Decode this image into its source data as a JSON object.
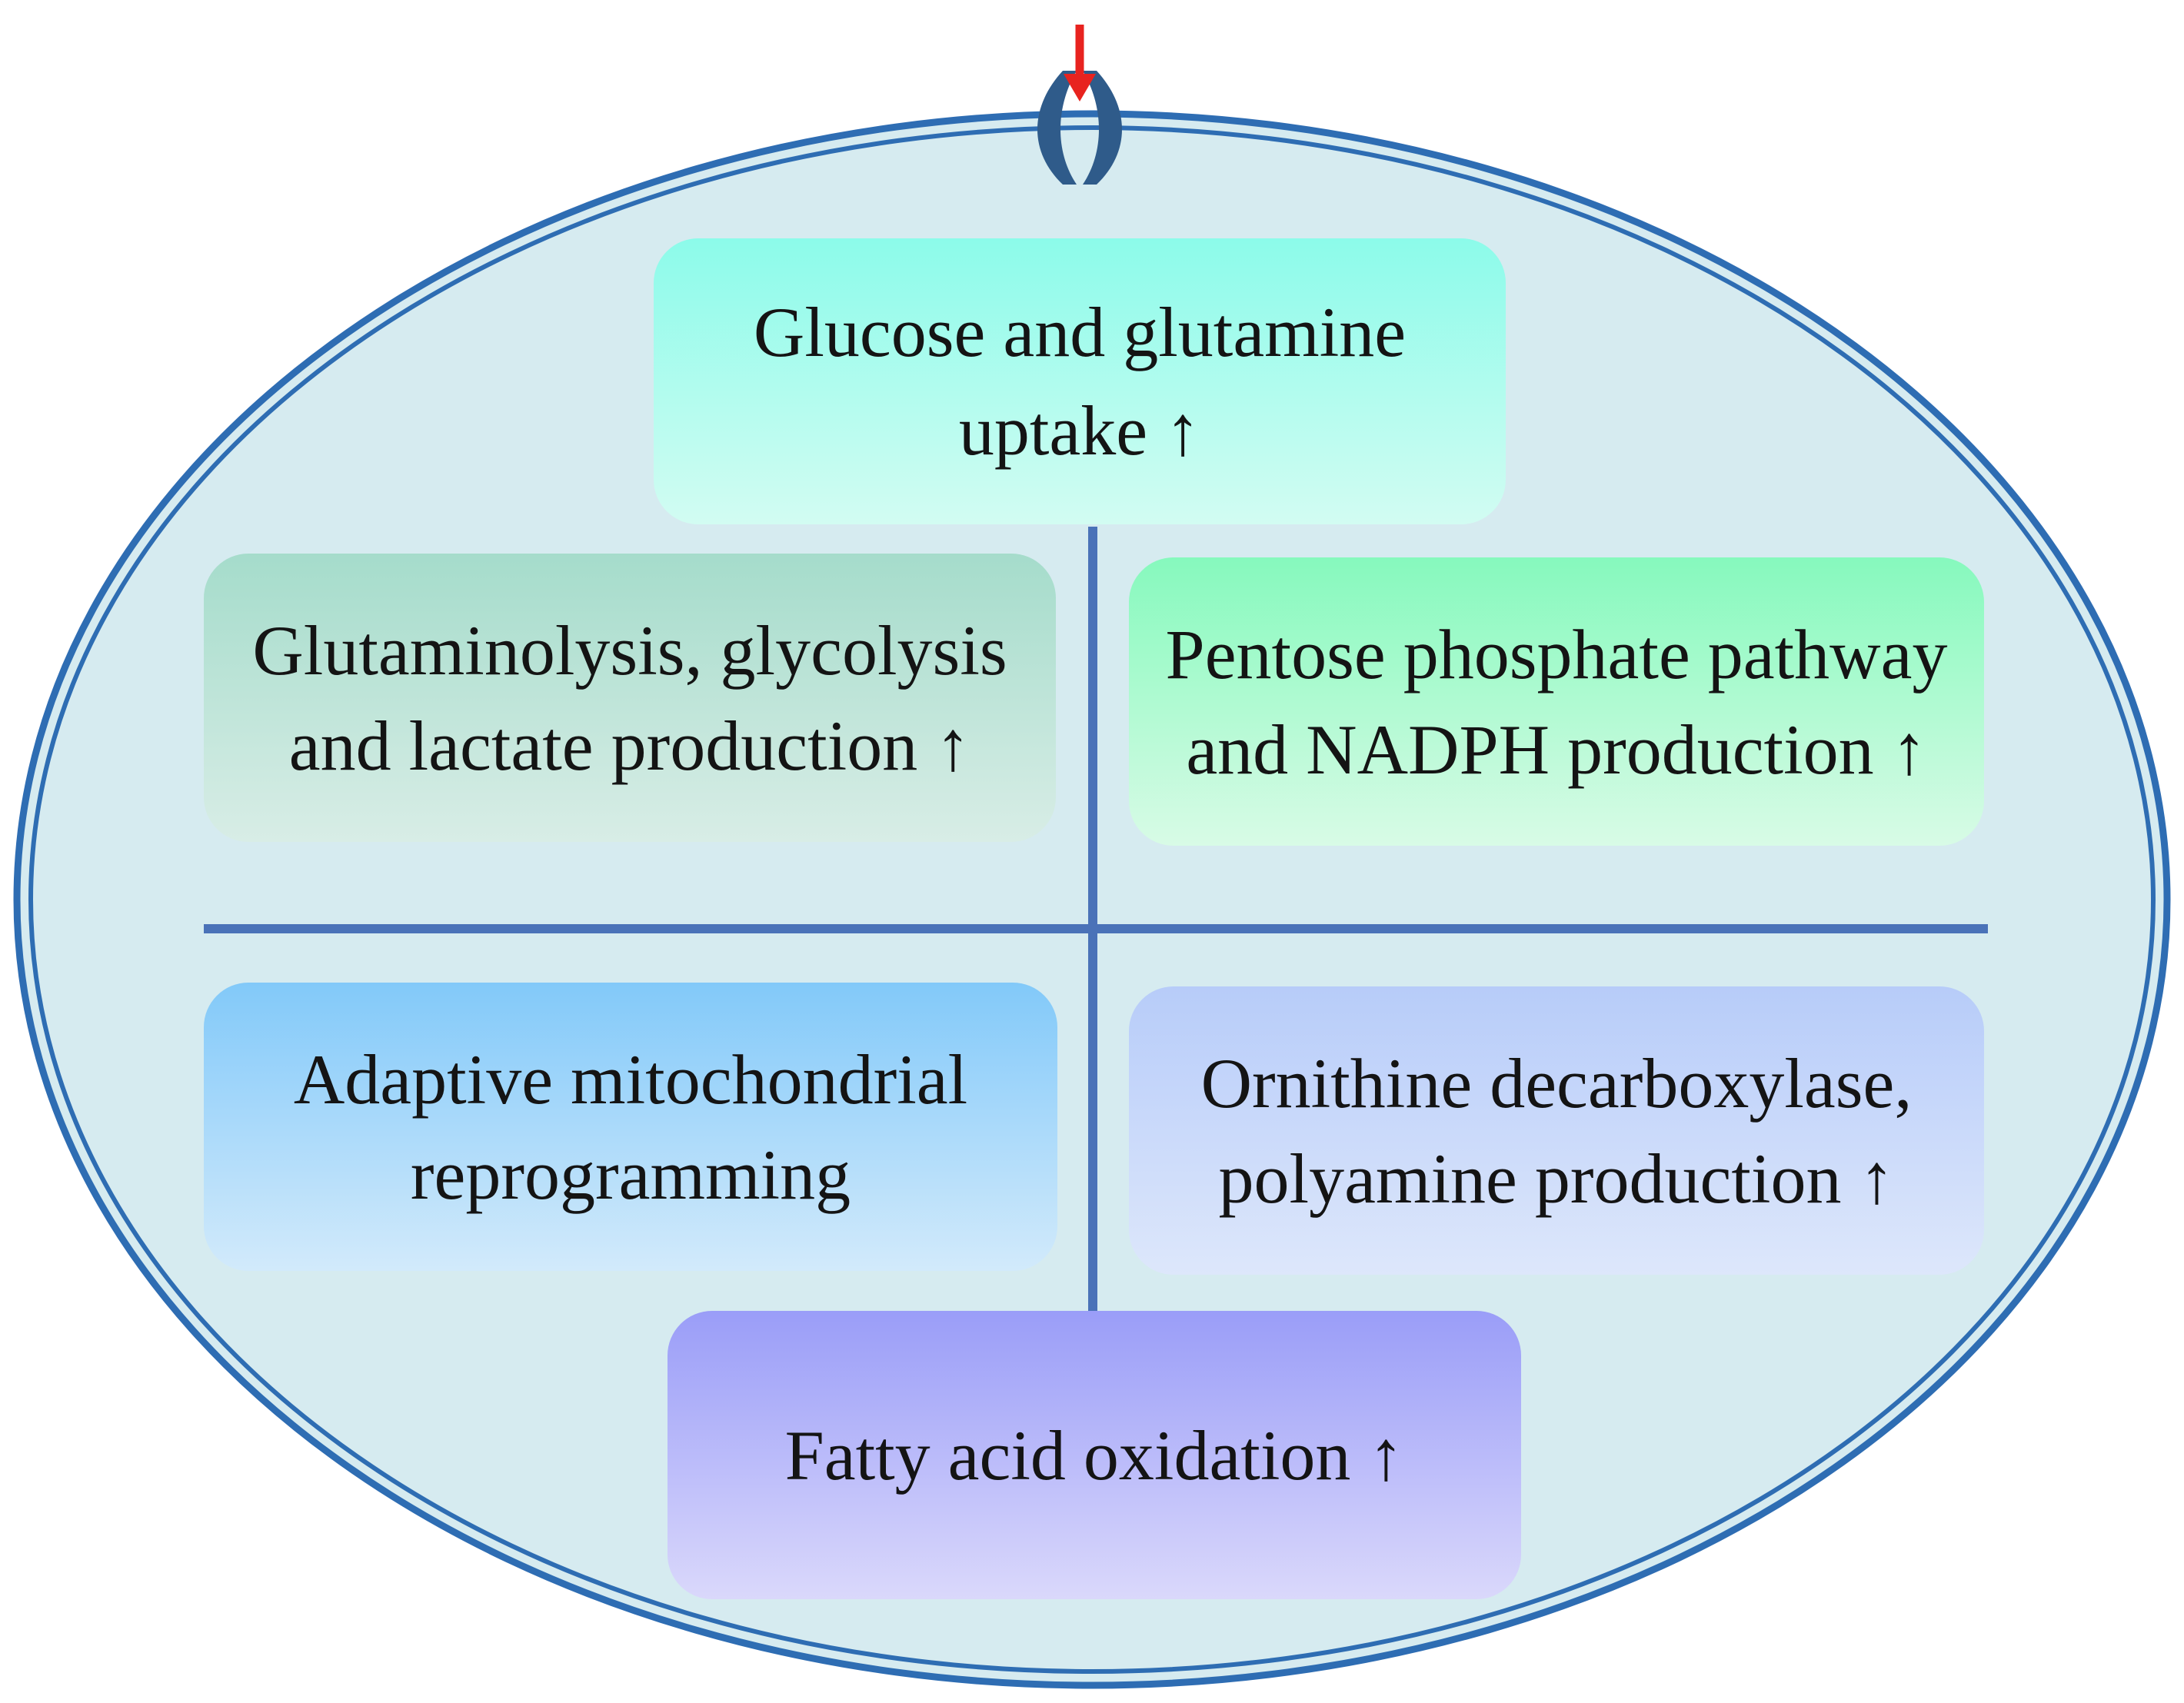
{
  "colors": {
    "cell_fill": "#d6ebf0",
    "membrane": "#2e6db3",
    "divider": "#4a72b8",
    "channel": "#2f5b8a",
    "signal_arrow": "#e8231f",
    "uptake_box": [
      "#8cfbea",
      "#d2fcf2"
    ],
    "glyco_box": [
      "#a5dccb",
      "#d8ede6"
    ],
    "ppp_box": [
      "#86f9bd",
      "#d8fbe6"
    ],
    "mito_box": [
      "#82c9f9",
      "#d2eafb"
    ],
    "odc_box": [
      "#b7ccf9",
      "#dde7fb"
    ],
    "fao_box": [
      "#9a9df8",
      "#dad8fb"
    ]
  },
  "icons": {
    "channel": "ion-channel-icon",
    "arrow": "arrow-down-icon"
  },
  "boxes": {
    "uptake": {
      "line1": "Glucose and glutamine",
      "line2": "uptake ↑"
    },
    "glycolysis": {
      "line1": "Glutaminolysis, glycolysis",
      "line2": "and lactate production ↑"
    },
    "ppp": {
      "line1": "Pentose phosphate pathway",
      "line2": "and NADPH production ↑"
    },
    "mito": {
      "line1": "Adaptive mitochondrial",
      "line2": "reprogramming"
    },
    "odc": {
      "line1": "Ornithine decarboxylase,",
      "line2": "polyamine production ↑"
    },
    "fao": {
      "line1": "Fatty acid oxidation ↑"
    }
  }
}
